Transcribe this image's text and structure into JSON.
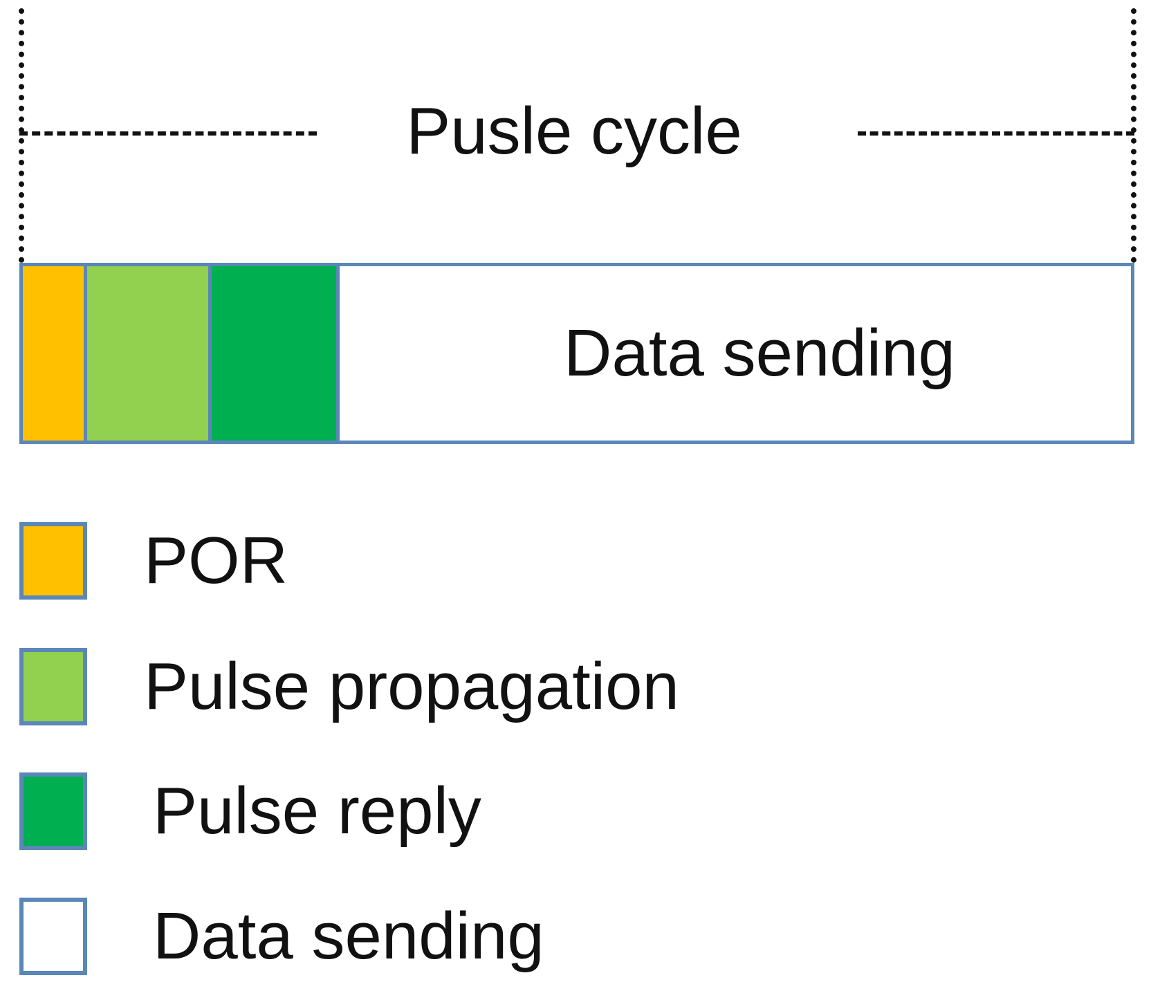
{
  "diagram": {
    "cycle_label": "Pusle cycle",
    "bar_last_label": "Data sending",
    "colors": {
      "border": "#5b87b8",
      "por": "#ffc000",
      "pulse_propagation": "#92d050",
      "pulse_reply": "#00b050",
      "data_sending": "#ffffff"
    }
  },
  "legend": {
    "items": [
      {
        "label": "POR",
        "color": "#ffc000"
      },
      {
        "label": "Pulse propagation",
        "color": "#92d050"
      },
      {
        "label": "Pulse reply",
        "color": "#00b050"
      },
      {
        "label": "Data sending",
        "color": "#ffffff"
      }
    ]
  }
}
